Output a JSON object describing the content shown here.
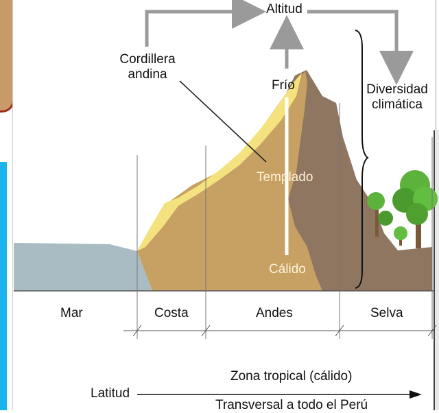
{
  "labels": {
    "altitude": "Altitud",
    "cordillera": "Cordillera\nandina",
    "cold": "Frío",
    "temperate": "Templado",
    "warm": "Cálido",
    "diversity": "Diversidad\nclimática",
    "latitude": "Latitud",
    "tropical_zone": "Zona tropical (cálido)",
    "transversal": "Transversal a todo el Perú"
  },
  "regions": [
    "Mar",
    "Costa",
    "Andes",
    "Selva"
  ],
  "colors": {
    "sea": "#a9bcc4",
    "coast_light": "#f4e27e",
    "mountain_mid": "#c7a063",
    "mountain_dark": "#8e7660",
    "arrow_gray": "#9a9a9a",
    "tree_green": "#5cb23b"
  }
}
